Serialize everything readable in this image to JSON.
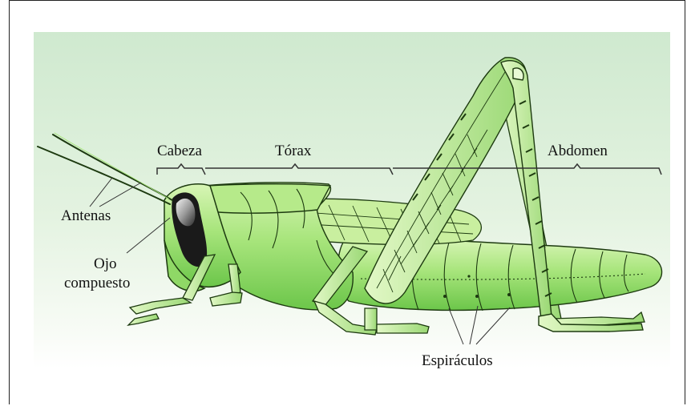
{
  "labels": {
    "cabeza": "Cabeza",
    "torax": "Tórax",
    "abdomen": "Abdomen",
    "antenas": "Antenas",
    "ojo_line1": "Ojo",
    "ojo_line2": "compuesto",
    "espiraculos": "Espiráculos"
  },
  "colors": {
    "body_light": "#cdf2a8",
    "body_mid": "#a6e57a",
    "body_dark": "#62c243",
    "outline": "#1d3a10",
    "background": "#d6eed4"
  }
}
